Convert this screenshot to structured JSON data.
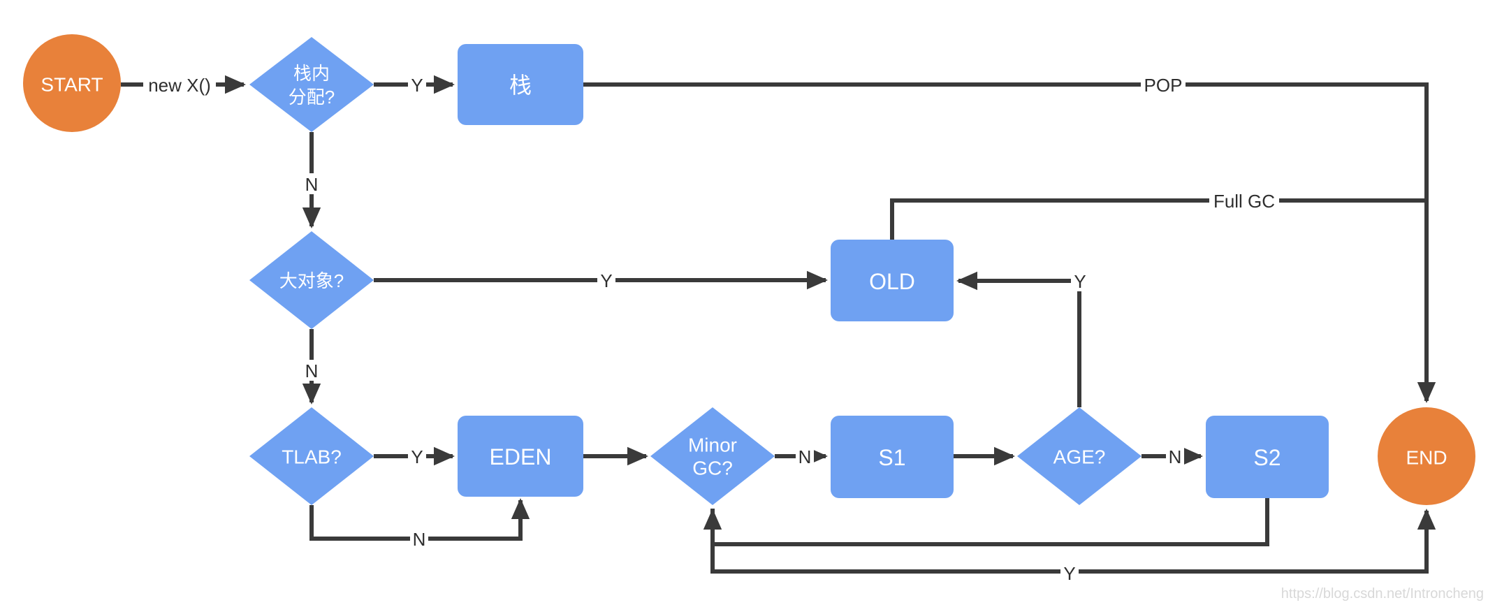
{
  "colors": {
    "node_blue": "#6FA1F2",
    "node_orange": "#E8813A",
    "line_color": "#3A3A3A",
    "edge_text": "#2E2E2E",
    "node_text": "#FFFFFF",
    "watermark": "#D8D8D8",
    "canvas_bg": "#FFFFFF"
  },
  "nodes": {
    "start": {
      "label": "START"
    },
    "stack_alloc_decision": {
      "line1": "栈内",
      "line2": "分配?"
    },
    "stack": {
      "label": "栈"
    },
    "large_object_decision": {
      "label": "大对象?"
    },
    "old": {
      "label": "OLD"
    },
    "tlab_decision": {
      "label": "TLAB?"
    },
    "eden": {
      "label": "EDEN"
    },
    "minor_gc_decision": {
      "line1": "Minor",
      "line2": "GC?"
    },
    "s1": {
      "label": "S1"
    },
    "age_decision": {
      "label": "AGE?"
    },
    "s2": {
      "label": "S2"
    },
    "end": {
      "label": "END"
    }
  },
  "edge_labels": {
    "new_x": "new X()",
    "stack_alloc_yes": "Y",
    "pop": "POP",
    "stack_alloc_no": "N",
    "large_object_yes": "Y",
    "full_gc": "Full GC",
    "age_to_old_yes": "Y",
    "large_object_no": "N",
    "tlab_yes": "Y",
    "tlab_no": "N",
    "minor_gc_no": "N",
    "age_no": "N",
    "minor_gc_yes": "Y"
  },
  "watermark": "https://blog.csdn.net/Introncheng"
}
